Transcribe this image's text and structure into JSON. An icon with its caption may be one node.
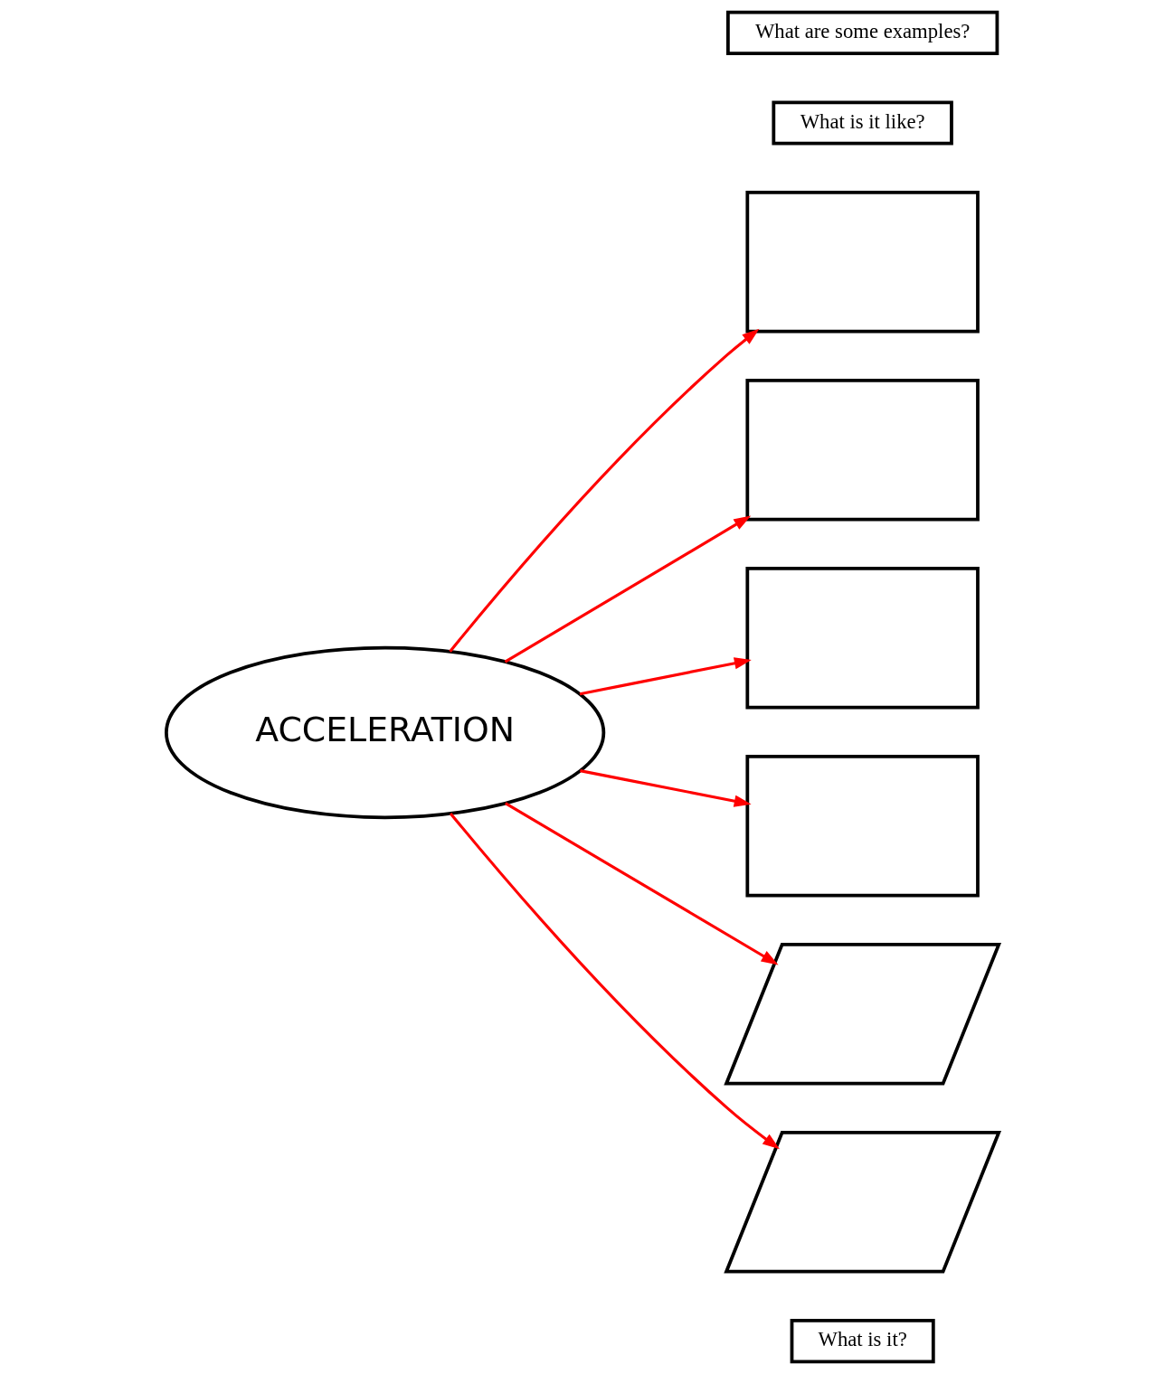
{
  "diagram": {
    "nodes": [
      {
        "text": [
          "What is it?"
        ]
      },
      {
        "text": [],
        "shape": "box"
      },
      {
        "text": [
          "What is it like?"
        ]
      },
      {
        "text": [],
        "shape": "box"
      },
      {
        "text": [
          "ACCELERATION"
        ]
      },
      {
        "text": [],
        "shape": "box"
      },
      {
        "text": [],
        "shape": "box"
      },
      {
        "text": [],
        "shape": "parallelogram"
      },
      {
        "text": [],
        "shape": "parallelogram"
      },
      {
        "text": [
          "What are some examples?"
        ]
      }
    ],
    "edges": [
      {
        "from": 4,
        "to": 1,
        "arrow": "to",
        "color": "#ff0000"
      },
      {
        "from": 4,
        "to": 3,
        "arrow": "to",
        "color": "#ff0000"
      },
      {
        "from": 4,
        "to": 5,
        "arrow": "to",
        "color": "#ff0000"
      },
      {
        "from": 4,
        "to": 6,
        "arrow": "to",
        "color": "#ff0000"
      },
      {
        "from": 4,
        "to": 7,
        "arrow": "to",
        "color": "#ff0000"
      },
      {
        "from": 4,
        "to": 8,
        "arrow": "to",
        "color": "#ff0000"
      }
    ]
  }
}
